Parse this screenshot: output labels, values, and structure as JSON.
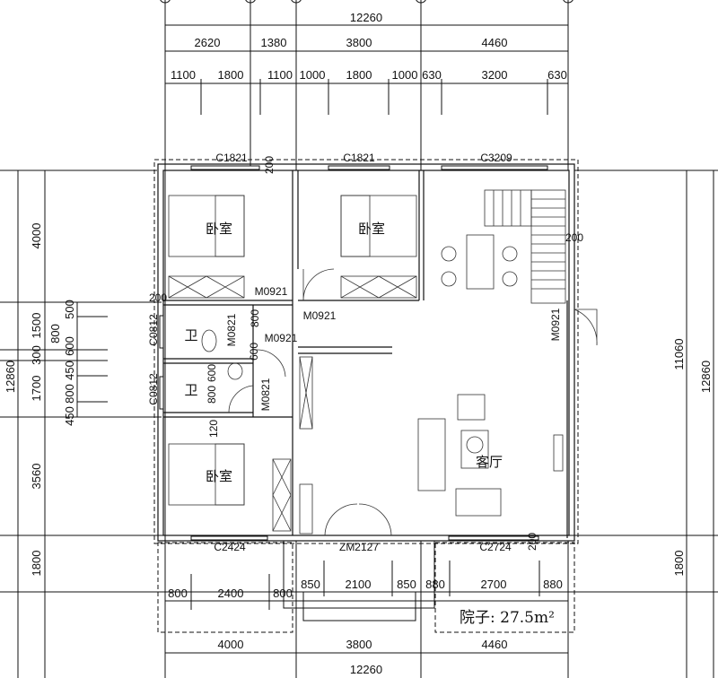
{
  "top_dims": {
    "total": "12260",
    "row2": [
      "2620",
      "1380",
      "3800",
      "4460"
    ],
    "row3": [
      "1100",
      "1800",
      "1100",
      "1000",
      "1800",
      "1000",
      "630",
      "3200",
      "630"
    ]
  },
  "bottom_dims": {
    "row1": [
      "800",
      "2400",
      "800",
      "850",
      "2100",
      "850",
      "880",
      "2700",
      "880"
    ],
    "row2": [
      "4000",
      "3800",
      "4460"
    ],
    "total": "12260"
  },
  "left_dims": {
    "total": "12860",
    "outer": [
      "4000",
      "1500",
      "300",
      "1700",
      "3560",
      "1800"
    ],
    "inner": [
      "500",
      "800",
      "600",
      "450",
      "800",
      "450"
    ]
  },
  "right_dims": {
    "inner": "11060",
    "outer": "12860",
    "bottom": "1800"
  },
  "labels": {
    "windows": [
      "C1821",
      "C1821",
      "C3209",
      "C0812",
      "C0812",
      "C2424",
      "C2724"
    ],
    "doors": [
      "M0921",
      "M0921",
      "M0921",
      "M0821",
      "M0821",
      "M0921",
      "ZM2127"
    ],
    "small_dims": [
      "200",
      "200",
      "200",
      "200",
      "800",
      "600",
      "800",
      "600",
      "120"
    ],
    "rooms": {
      "bedroom": "卧室",
      "bathroom": "卫",
      "living": "客厅"
    },
    "yard": "院子: 27.5m²"
  }
}
